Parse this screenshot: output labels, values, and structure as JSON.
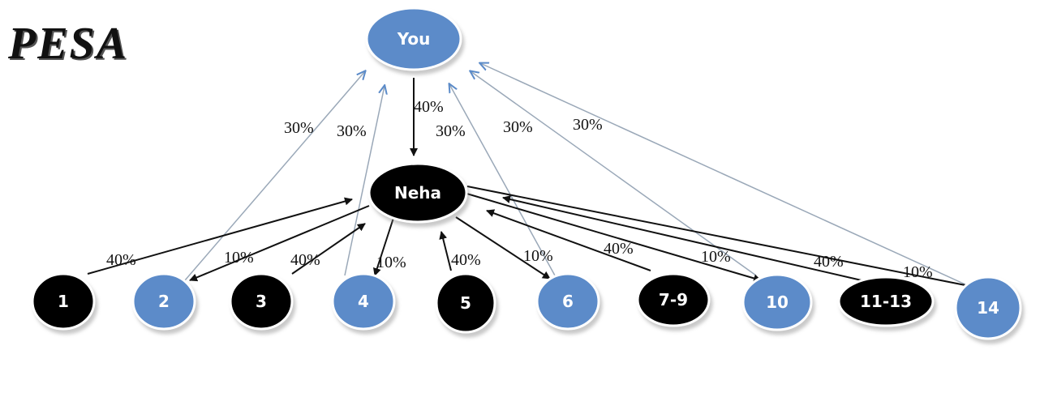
{
  "logo": "PESA",
  "colors": {
    "blue": "#5b8bc9",
    "black": "#000000",
    "arrow_gray": "#9aa8b8"
  },
  "nodes": [
    {
      "id": "you",
      "label": "You",
      "color": "blue"
    },
    {
      "id": "neha",
      "label": "Neha",
      "color": "black"
    },
    {
      "id": "n1",
      "label": "1",
      "color": "black"
    },
    {
      "id": "n2",
      "label": "2",
      "color": "blue"
    },
    {
      "id": "n3",
      "label": "3",
      "color": "black"
    },
    {
      "id": "n4",
      "label": "4",
      "color": "blue"
    },
    {
      "id": "n5",
      "label": "5",
      "color": "black"
    },
    {
      "id": "n6",
      "label": "6",
      "color": "blue"
    },
    {
      "id": "n7_9",
      "label": "7-9",
      "color": "black"
    },
    {
      "id": "n10",
      "label": "10",
      "color": "blue"
    },
    {
      "id": "n11_13",
      "label": "11-13",
      "color": "black"
    },
    {
      "id": "n14",
      "label": "14",
      "color": "blue"
    }
  ],
  "edges": [
    {
      "from": "you",
      "to": "neha",
      "label": "40%"
    },
    {
      "from": "n2",
      "to": "you",
      "label": "30%"
    },
    {
      "from": "n4",
      "to": "you",
      "label": "30%"
    },
    {
      "from": "n6",
      "to": "you",
      "label": "30%"
    },
    {
      "from": "n10",
      "to": "you",
      "label": "30%"
    },
    {
      "from": "n14",
      "to": "you",
      "label": "30%"
    },
    {
      "from": "n1",
      "to": "neha",
      "label": "40%"
    },
    {
      "from": "n3",
      "to": "neha",
      "label": "40%"
    },
    {
      "from": "n5",
      "to": "neha",
      "label": "40%"
    },
    {
      "from": "n7_9",
      "to": "neha",
      "label": "40%"
    },
    {
      "from": "n11_13",
      "to": "neha",
      "label": "40%"
    },
    {
      "from": "neha",
      "to": "n2",
      "label": "10%"
    },
    {
      "from": "neha",
      "to": "n4",
      "label": "10%"
    },
    {
      "from": "neha",
      "to": "n6",
      "label": "10%"
    },
    {
      "from": "neha",
      "to": "n10",
      "label": "10%"
    },
    {
      "from": "neha",
      "to": "n14",
      "label": "10%"
    }
  ]
}
